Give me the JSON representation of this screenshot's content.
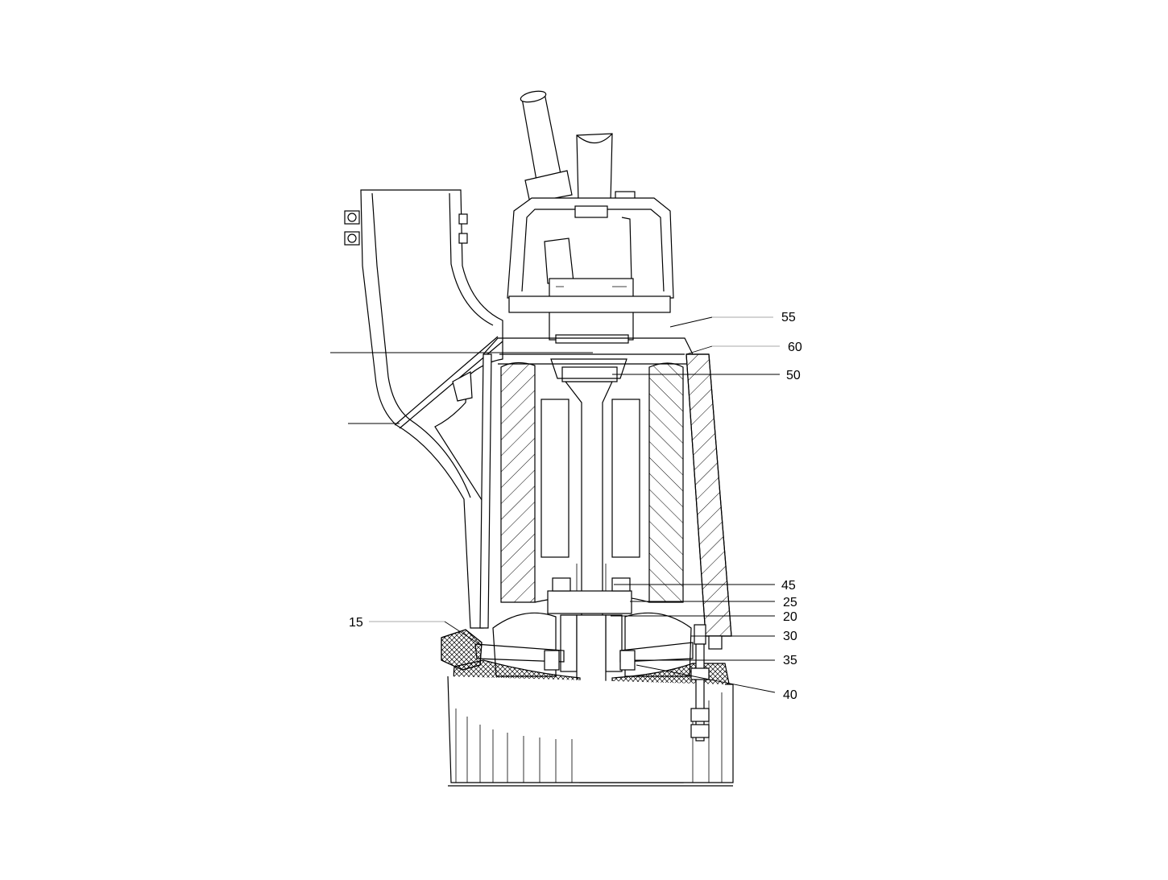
{
  "diagram": {
    "callouts": [
      {
        "id": "c55",
        "label": "55"
      },
      {
        "id": "c60",
        "label": "60"
      },
      {
        "id": "c50",
        "label": "50"
      },
      {
        "id": "c45",
        "label": "45"
      },
      {
        "id": "c25",
        "label": "25"
      },
      {
        "id": "c20",
        "label": "20"
      },
      {
        "id": "c30",
        "label": "30"
      },
      {
        "id": "c35",
        "label": "35"
      },
      {
        "id": "c40",
        "label": "40"
      },
      {
        "id": "c15",
        "label": "15"
      }
    ]
  }
}
